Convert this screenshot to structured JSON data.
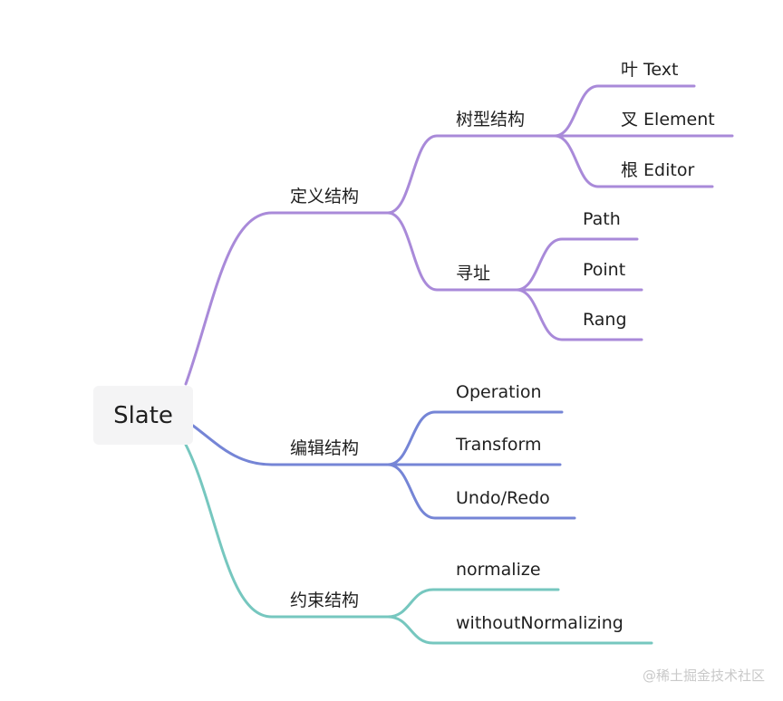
{
  "colors": {
    "purple": "#a98ad9",
    "blue": "#7585d6",
    "teal": "#76c7bf"
  },
  "root": {
    "label": "Slate"
  },
  "branches": [
    {
      "label": "定义结构",
      "color": "purple",
      "children": [
        {
          "label": "树型结构",
          "children": [
            "叶 Text",
            "叉 Element",
            "根 Editor"
          ]
        },
        {
          "label": "寻址",
          "children": [
            "Path",
            "Point",
            "Rang"
          ]
        }
      ]
    },
    {
      "label": "编辑结构",
      "color": "blue",
      "children": [
        "Operation",
        "Transform",
        "Undo/Redo"
      ]
    },
    {
      "label": "约束结构",
      "color": "teal",
      "children": [
        "normalize",
        "withoutNormalizing"
      ]
    }
  ],
  "watermark": "@稀土掘金技术社区"
}
